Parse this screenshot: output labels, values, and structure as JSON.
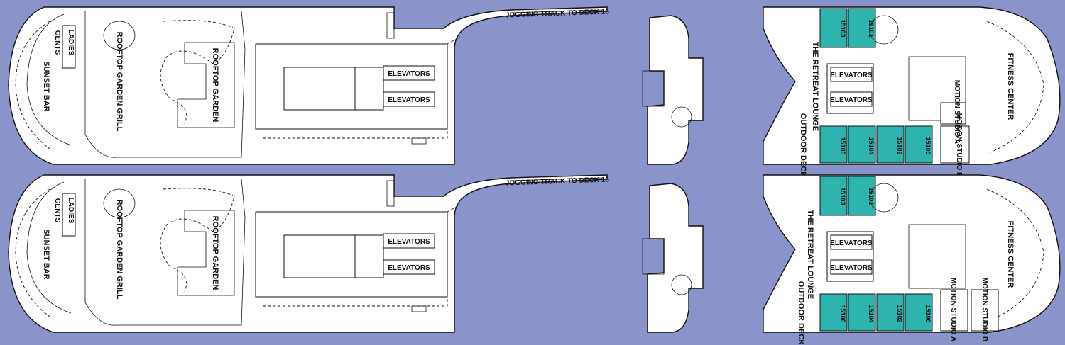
{
  "decks": [
    {
      "id": "upper",
      "labels": {
        "jogging": "JOGGING TRACK TO DECK 16",
        "elevators_1": "ELEVATORS",
        "elevators_2": "ELEVATORS",
        "rooftop_garden": "ROOFTOP GARDEN",
        "rooftop_grill": "ROOFTOP GARDEN GRILL",
        "sunset_bar": "SUNSET BAR",
        "ladies": "LADIES",
        "gents": "GENTS",
        "retreat_lounge": "THE RETREAT LOUNGE",
        "outdoor_deck": "OUTDOOR DECK",
        "aft_elevators_1": "ELEVATORS",
        "aft_elevators_2": "ELEVATORS",
        "fitness_center": "FITNESS CENTER",
        "motion_a": "MOTION STUDIO A",
        "motion_b": "MOTION STUDIO B"
      },
      "suites_top": [
        "15103",
        "15101"
      ],
      "suites_bottom": [
        "15106",
        "15104",
        "15102",
        "15100"
      ]
    },
    {
      "id": "lower",
      "labels": {
        "jogging": "JOGGING TRACK TO DECK 16",
        "elevators_1": "ELEVATORS",
        "elevators_2": "ELEVATORS",
        "rooftop_garden": "ROOFTOP GARDEN",
        "rooftop_grill": "ROOFTOP GARDEN GRILL",
        "sunset_bar": "SUNSET BAR",
        "ladies": "LADIES",
        "gents": "GENTS",
        "retreat_lounge": "THE RETREAT LOUNGE",
        "outdoor_deck": "OUTDOOR DECK",
        "aft_elevators_1": "ELEVATORS",
        "aft_elevators_2": "ELEVATORS",
        "fitness_center": "FITNESS CENTER",
        "motion_a": "MOTION STUDIO A",
        "motion_b": "MOTION STUDIO B"
      },
      "suites_top": [
        "15103",
        "15101"
      ],
      "suites_bottom": [
        "15106",
        "15104",
        "15102",
        "15100"
      ]
    }
  ],
  "colors": {
    "background": "#8b93cb",
    "deck": "#ffffff",
    "suite": "#2fb3ae",
    "ink": "#111111"
  }
}
